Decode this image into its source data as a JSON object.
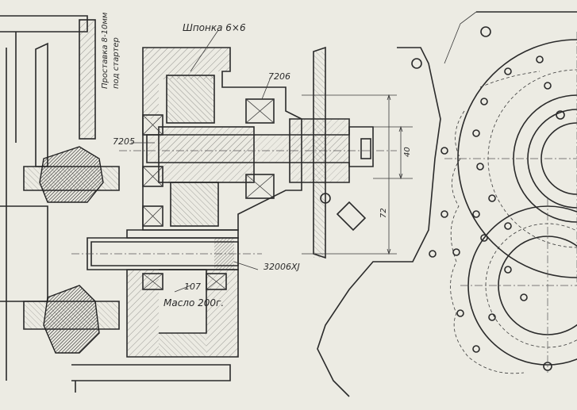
{
  "labels": {
    "key": "Шпонка 6×6",
    "bearing_top": "7206",
    "bearing_left": "7205",
    "bearing_right": "32006XJ",
    "bearing_bottom": "107",
    "oil": "Масло 200г.",
    "starter_line1": "Проставка 8-10мм",
    "starter_line2": "под стартер",
    "dim_40": "40",
    "dim_72": "72"
  }
}
